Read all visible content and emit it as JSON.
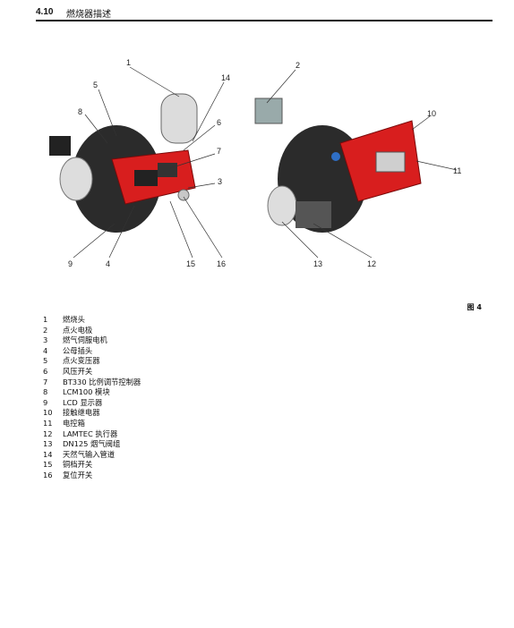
{
  "header": {
    "section_number": "4.10",
    "title": "燃烧器描述"
  },
  "figure": {
    "label": "图 4",
    "callouts": [
      "1",
      "2",
      "3",
      "4",
      "5",
      "6",
      "7",
      "8",
      "9",
      "10",
      "11",
      "12",
      "13",
      "14",
      "15",
      "16"
    ]
  },
  "legend": [
    {
      "num": "1",
      "text": "燃烧头"
    },
    {
      "num": "2",
      "text": "点火电极"
    },
    {
      "num": "3",
      "text": "燃气伺服电机"
    },
    {
      "num": "4",
      "text": "公母插头"
    },
    {
      "num": "5",
      "text": "点火变压器"
    },
    {
      "num": "6",
      "text": "风压开关"
    },
    {
      "num": "7",
      "text": "BT330 比例调节控制器"
    },
    {
      "num": "8",
      "text": "LCM100 模块"
    },
    {
      "num": "9",
      "text": "LCD 显示器"
    },
    {
      "num": "10",
      "text": "接触继电器"
    },
    {
      "num": "11",
      "text": "电控箱"
    },
    {
      "num": "12",
      "text": "LAMTEC 执行器"
    },
    {
      "num": "13",
      "text": "DN125 烟气阀组"
    },
    {
      "num": "14",
      "text": "天然气输入管道"
    },
    {
      "num": "15",
      "text": "铜档开关"
    },
    {
      "num": "16",
      "text": "复位开关"
    }
  ]
}
